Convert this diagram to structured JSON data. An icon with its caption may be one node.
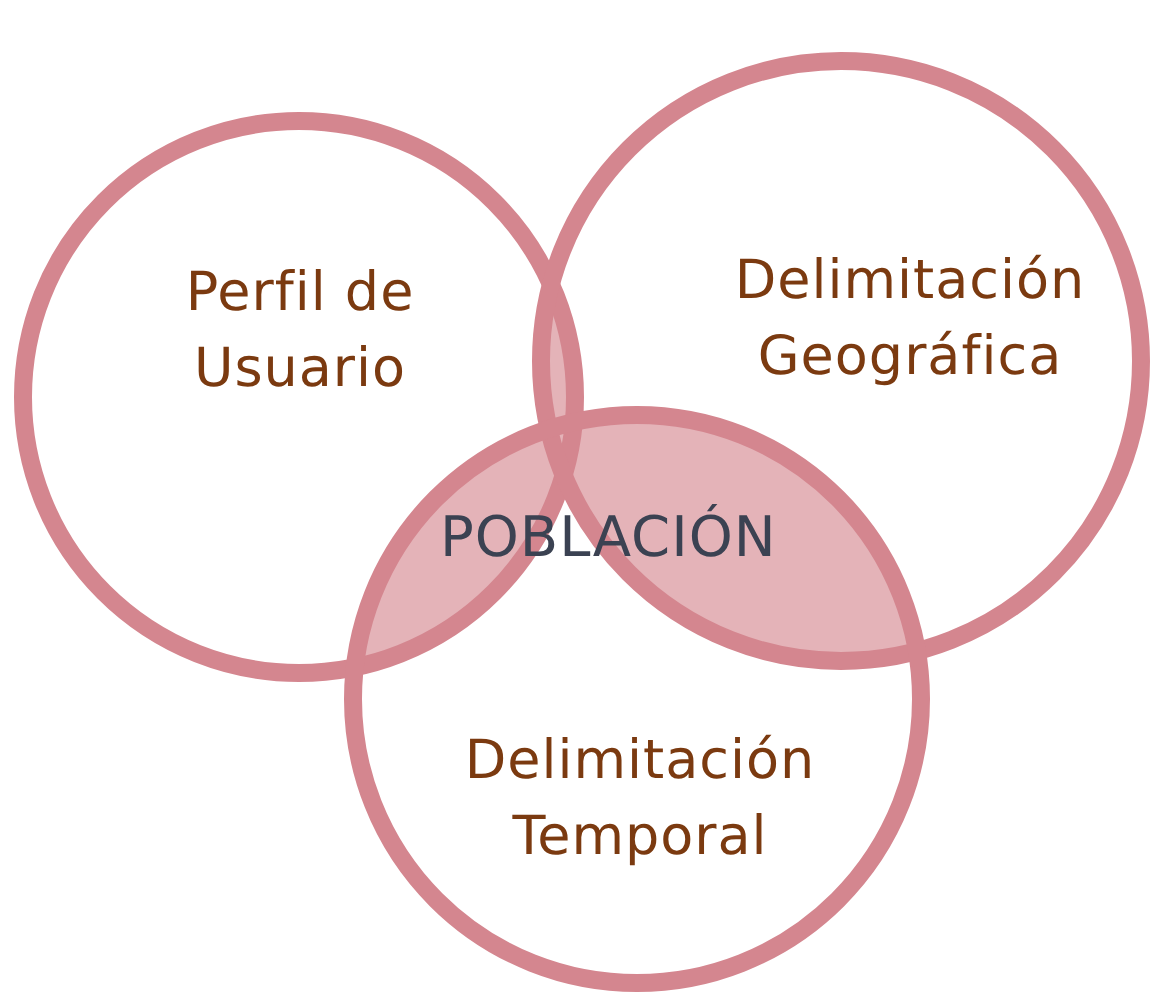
{
  "diagram": {
    "nodes": [
      {
        "text": [
          "Perfil de Usuario"
        ]
      },
      {
        "text": [
          "Delimitación Geográfica"
        ]
      },
      {
        "text": [
          "Delimitación Temporal"
        ]
      }
    ],
    "labels": [
      "POBLACIÓN"
    ]
  }
}
